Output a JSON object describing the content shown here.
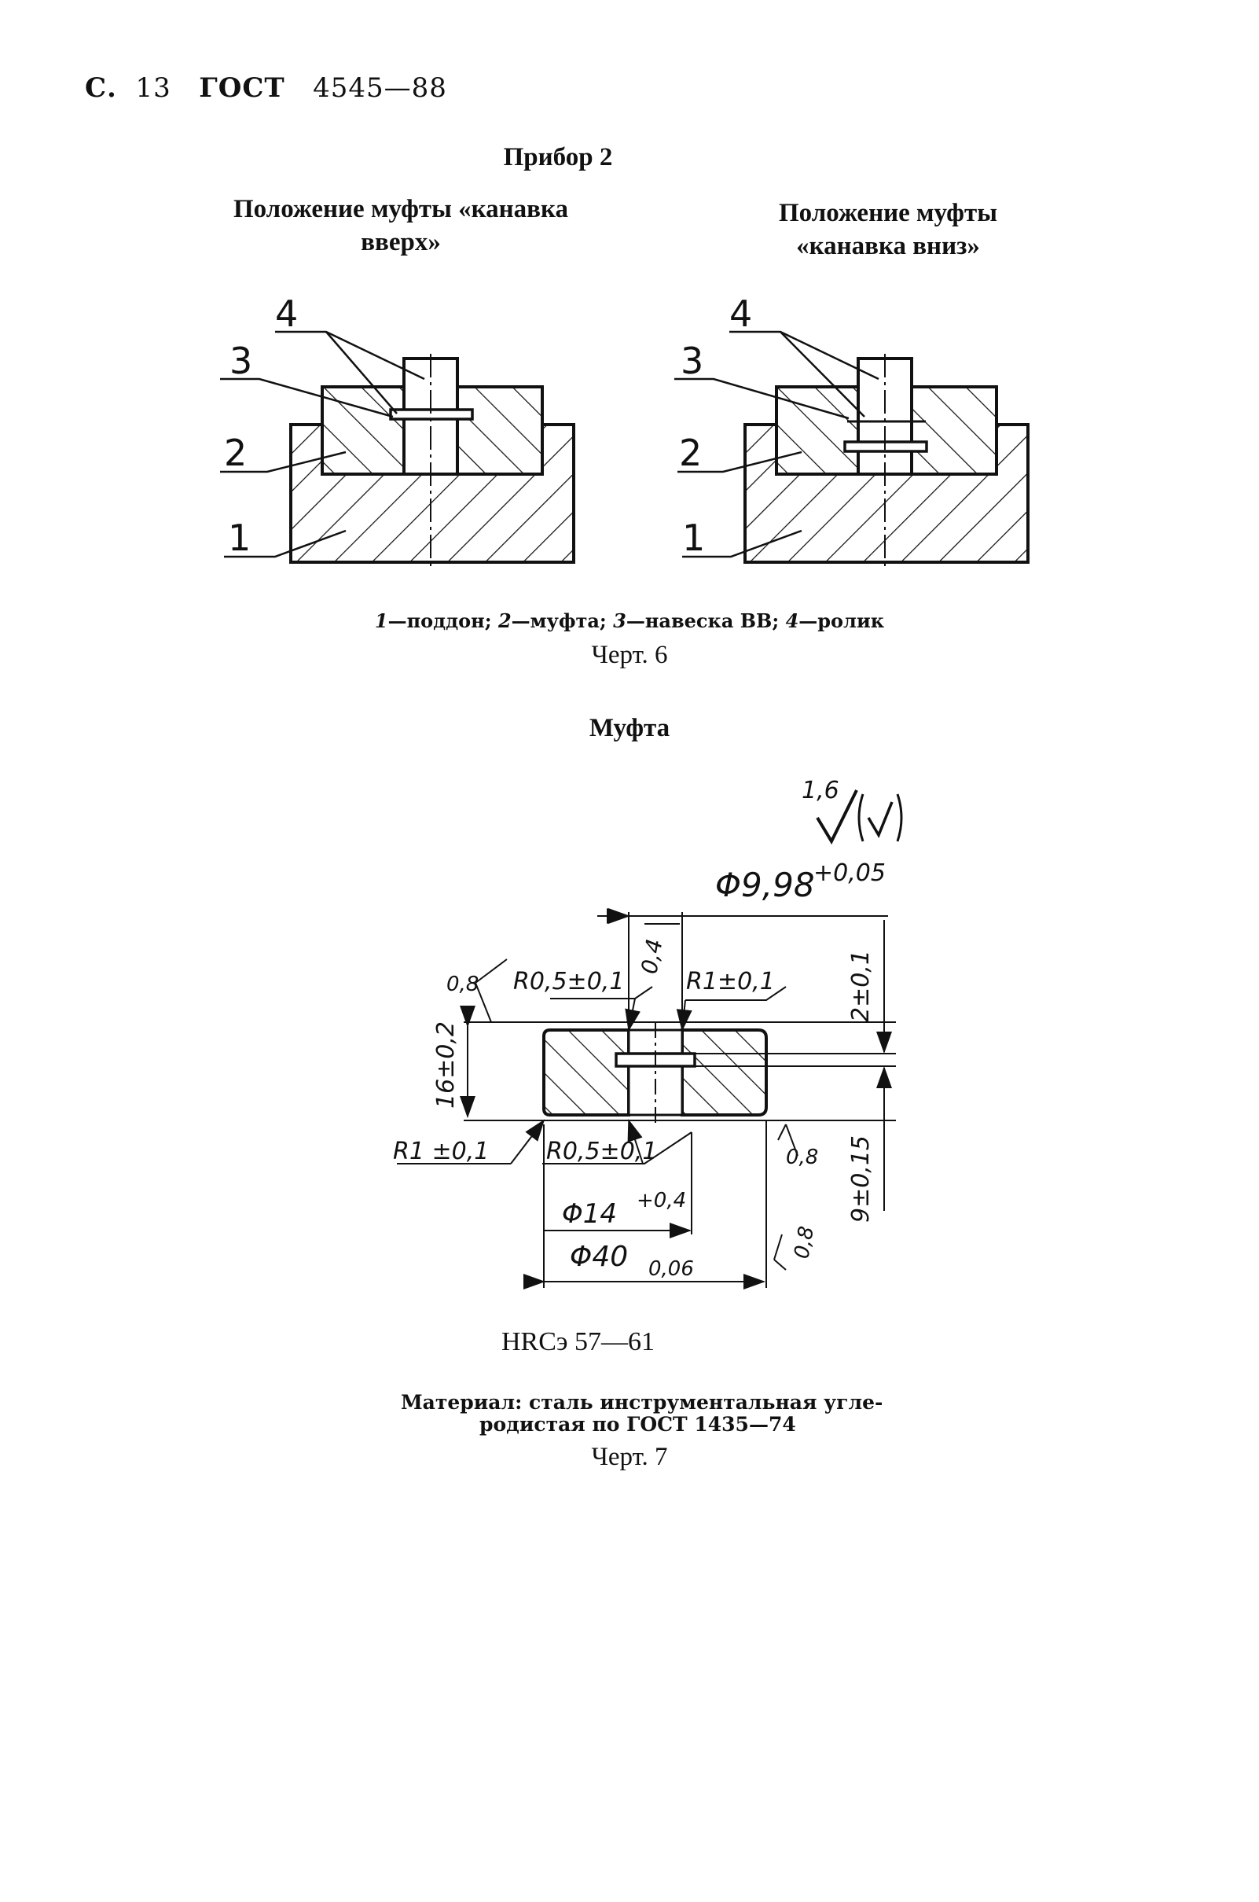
{
  "header": {
    "page_prefix": "С.",
    "page_number": "13",
    "standard": "ГОСТ",
    "standard_number": "4545—88"
  },
  "section1": {
    "title": "Прибор 2",
    "left_title_line1": "Положение муфты «канавка",
    "left_title_line2": "вверх»",
    "right_title_line1": "Положение муфты",
    "right_title_line2": "«канавка вниз»",
    "callouts": [
      "1",
      "2",
      "3",
      "4"
    ],
    "legend": [
      {
        "num": "1",
        "text": "—поддон; "
      },
      {
        "num": "2",
        "text": "—муфта; "
      },
      {
        "num": "3",
        "text": "—навеска ВВ; "
      },
      {
        "num": "4",
        "text": "—ролик"
      }
    ],
    "caption": "Черт. 6"
  },
  "section2": {
    "title": "Муфта",
    "roughness_value": "1,6",
    "dimensions": {
      "bore_diameter": "Φ9,98",
      "bore_tolerance": "+0,05",
      "chamfer_small": "0,4",
      "radius_top_left": "R0,5±0,1",
      "radius_top_right": "R1±0,1",
      "roughness_left": "0,8",
      "height_vert": "16±0,2",
      "top_offset": "2±0,1",
      "radius_bottom_left": "R1 ±0,1",
      "radius_bottom_mid": "R0,5±0,1",
      "roughness_right": "0,8",
      "groove_offset": "9±0,15",
      "groove_diameter": "Φ14",
      "groove_tolerance": "+0,4",
      "roughness_right2": "0,8",
      "outer_diameter": "Φ40",
      "outer_tolerance": "0,06"
    },
    "hardness": "HRCэ 57—61",
    "material_line1": "Материал:  сталь  инструментальная  угле-",
    "material_line2": "родистая по ГОСТ 1435—74",
    "caption": "Черт. 7"
  }
}
